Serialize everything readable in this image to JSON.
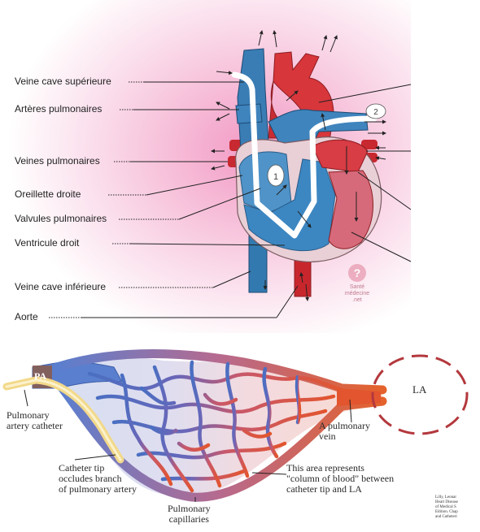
{
  "heart": {
    "labels": {
      "veine_cave_superieure": "Veine cave supérieure",
      "arteres_pulmonaires": "Artères pulmonaires",
      "veines_pulmonaires": "Veines pulmonaires",
      "oreillette_droite": "Oreillette droite",
      "valvules_pulmonaires": "Valvules pulmonaires",
      "ventricule_droit": "Ventricule droit",
      "veine_cave_inferieure": "Veine cave inférieure",
      "aorte": "Aorte"
    },
    "watermark": "Santé médecine .net",
    "catheter_tip_marks": [
      "1",
      "2"
    ]
  },
  "pulmonary": {
    "labels": {
      "pa": "PA",
      "la": "LA",
      "catheter_line1": "Pulmonary",
      "catheter_line2": "artery catheter",
      "tip_line1": "Catheter tip",
      "tip_line2": "occludes branch",
      "tip_line3": "of pulmonary artery",
      "vein_line1": "A pulmonary",
      "vein_line2": "vein",
      "column_line1": "This area represents",
      "column_line2": "\"column of blood\" between",
      "column_line3": "catheter tip and LA",
      "capillaries_line1": "Pulmonary",
      "capillaries_line2": "capillaries"
    },
    "citation": [
      "Lilly, Leonar",
      "Heart Disease",
      "of Medical S",
      "Edition. Chap",
      "and Catheteri"
    ]
  },
  "colors": {
    "venous_blue": "#3d7fb5",
    "arterial_red": "#d32f35",
    "blush_pink": "#f6c6dc",
    "catheter_yellow": "#f2d98a"
  }
}
